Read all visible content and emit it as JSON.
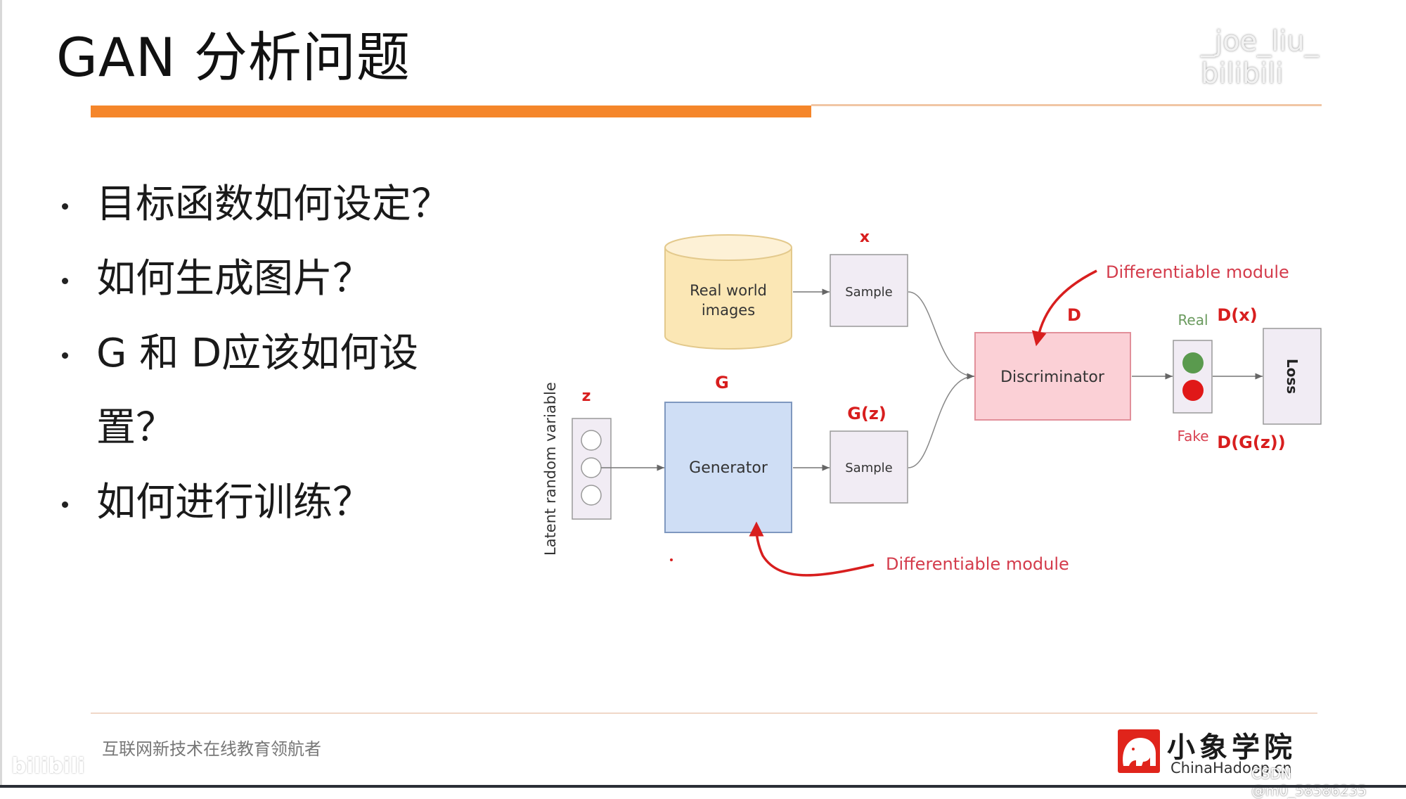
{
  "slide": {
    "title": "GAN 分析问题",
    "watermark_top": "_joe_liu_ bilibili",
    "accent_color": "#f5862a"
  },
  "bullets": [
    {
      "text": "目标函数如何设定？"
    },
    {
      "text": "如何生成图片？"
    },
    {
      "text": "G 和 D应该如何设"
    },
    {
      "text": "置？",
      "continuation": true
    },
    {
      "text": "如何进行训练？"
    }
  ],
  "diagram": {
    "latent_label": "Latent random variable",
    "z_label": "z",
    "g_label": "G",
    "generator_label": "Generator",
    "real_images_label_line1": "Real world",
    "real_images_label_line2": "images",
    "x_label": "x",
    "sample_top_label": "Sample",
    "gz_label": "G(z)",
    "sample_bottom_label": "Sample",
    "d_label": "D",
    "discriminator_label": "Discriminator",
    "real_label": "Real",
    "fake_label": "Fake",
    "dx_label": "D(x)",
    "dgz_label": "D(G(z))",
    "loss_label": "Loss",
    "diff_module_top": "Differentiable module",
    "diff_module_bottom": "Differentiable module",
    "colors": {
      "annotation_red": "#d81e1e",
      "generator_fill": "#cfdef5",
      "discriminator_fill": "#fbd0d6",
      "sample_fill": "#f1ecf4",
      "cylinder_fill": "#fbe7b5",
      "real_green": "#5a9a4e",
      "fake_red": "#e01818"
    }
  },
  "footer": {
    "slogan": "互联网新技术在线教育领航者",
    "watermark_bottom_left": "bilibili",
    "logo_cn": "小象学院",
    "logo_en": "ChinaHadoop.cn",
    "csdn_credit": "CSDN @m0_58586235"
  }
}
